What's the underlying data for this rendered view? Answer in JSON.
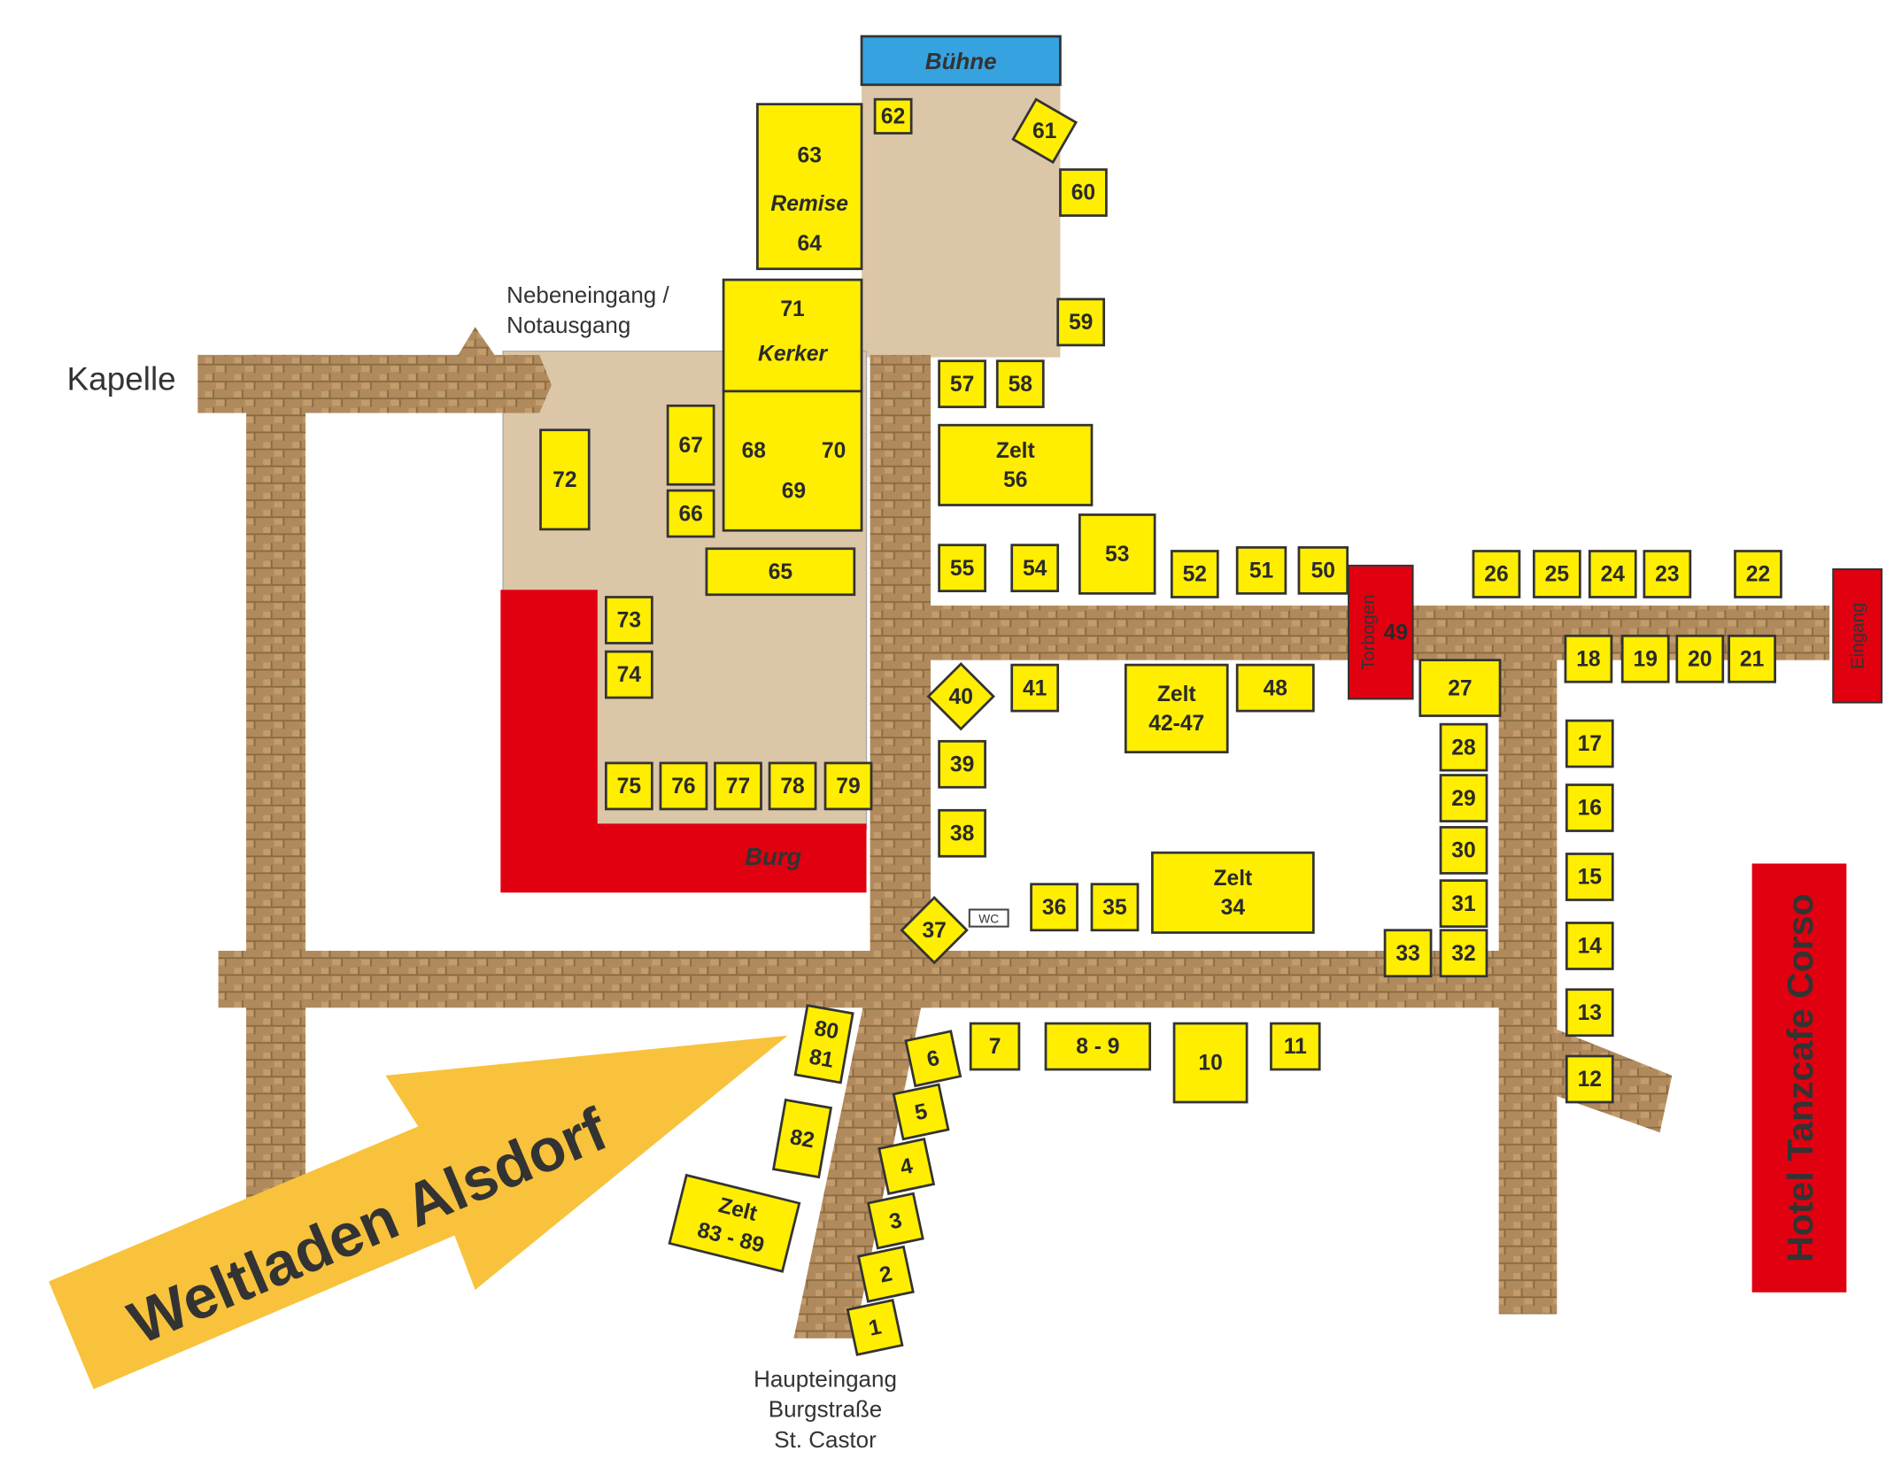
{
  "title": "Lageplan Burg Alsdorf",
  "labels": {
    "stage": "Bühne",
    "chapel": "Kapelle",
    "side_entrance": [
      "Nebeneingang /",
      "Notausgang"
    ],
    "castle": "Burg",
    "gate": "Torbogen",
    "gate_number": "49",
    "entrance": "Eingang",
    "hotel": "Hotel Tanzcafe Corso",
    "wc": "WC",
    "main_entrance": [
      "Haupteingang",
      "Burgstraße",
      "St. Castor"
    ],
    "highlight_arrow": "Weltladen Alsdorf"
  },
  "colors": {
    "stall": "#ffee00",
    "path": "#b08a5c",
    "courtyard": "#dcc6a8",
    "castle": "#e00010",
    "stage": "#36a2e0",
    "arrow": "#f8c23c"
  },
  "stalls": [
    {
      "id": "62",
      "lines": [
        "62"
      ]
    },
    {
      "id": "61",
      "lines": [
        "61"
      ]
    },
    {
      "id": "60",
      "lines": [
        "60"
      ]
    },
    {
      "id": "59",
      "lines": [
        "59"
      ]
    },
    {
      "id": "63-64",
      "lines": [
        "63",
        "Remise",
        "64"
      ]
    },
    {
      "id": "71",
      "lines": [
        "71",
        "Kerker"
      ]
    },
    {
      "id": "68-70",
      "lines": [
        "68",
        "70",
        "69"
      ]
    },
    {
      "id": "67",
      "lines": [
        "67"
      ]
    },
    {
      "id": "66",
      "lines": [
        "66"
      ]
    },
    {
      "id": "72",
      "lines": [
        "72"
      ]
    },
    {
      "id": "65",
      "lines": [
        "65"
      ]
    },
    {
      "id": "73",
      "lines": [
        "73"
      ]
    },
    {
      "id": "74",
      "lines": [
        "74"
      ]
    },
    {
      "id": "75",
      "lines": [
        "75"
      ]
    },
    {
      "id": "76",
      "lines": [
        "76"
      ]
    },
    {
      "id": "77",
      "lines": [
        "77"
      ]
    },
    {
      "id": "78",
      "lines": [
        "78"
      ]
    },
    {
      "id": "79",
      "lines": [
        "79"
      ]
    },
    {
      "id": "57",
      "lines": [
        "57"
      ]
    },
    {
      "id": "58",
      "lines": [
        "58"
      ]
    },
    {
      "id": "56",
      "lines": [
        "Zelt",
        "56"
      ]
    },
    {
      "id": "55",
      "lines": [
        "55"
      ]
    },
    {
      "id": "54",
      "lines": [
        "54"
      ]
    },
    {
      "id": "53",
      "lines": [
        "53"
      ]
    },
    {
      "id": "52",
      "lines": [
        "52"
      ]
    },
    {
      "id": "51",
      "lines": [
        "51"
      ]
    },
    {
      "id": "50",
      "lines": [
        "50"
      ]
    },
    {
      "id": "26",
      "lines": [
        "26"
      ]
    },
    {
      "id": "25",
      "lines": [
        "25"
      ]
    },
    {
      "id": "24",
      "lines": [
        "24"
      ]
    },
    {
      "id": "23",
      "lines": [
        "23"
      ]
    },
    {
      "id": "22",
      "lines": [
        "22"
      ]
    },
    {
      "id": "18",
      "lines": [
        "18"
      ]
    },
    {
      "id": "19",
      "lines": [
        "19"
      ]
    },
    {
      "id": "20",
      "lines": [
        "20"
      ]
    },
    {
      "id": "21",
      "lines": [
        "21"
      ]
    },
    {
      "id": "27",
      "lines": [
        "27"
      ]
    },
    {
      "id": "28",
      "lines": [
        "28"
      ]
    },
    {
      "id": "29",
      "lines": [
        "29"
      ]
    },
    {
      "id": "30",
      "lines": [
        "30"
      ]
    },
    {
      "id": "31",
      "lines": [
        "31"
      ]
    },
    {
      "id": "32",
      "lines": [
        "32"
      ]
    },
    {
      "id": "33",
      "lines": [
        "33"
      ]
    },
    {
      "id": "17",
      "lines": [
        "17"
      ]
    },
    {
      "id": "16",
      "lines": [
        "16"
      ]
    },
    {
      "id": "15",
      "lines": [
        "15"
      ]
    },
    {
      "id": "14",
      "lines": [
        "14"
      ]
    },
    {
      "id": "13",
      "lines": [
        "13"
      ]
    },
    {
      "id": "12",
      "lines": [
        "12"
      ]
    },
    {
      "id": "40",
      "lines": [
        "40"
      ]
    },
    {
      "id": "41",
      "lines": [
        "41"
      ]
    },
    {
      "id": "42-47",
      "lines": [
        "Zelt",
        "42-47"
      ]
    },
    {
      "id": "48",
      "lines": [
        "48"
      ]
    },
    {
      "id": "39",
      "lines": [
        "39"
      ]
    },
    {
      "id": "38",
      "lines": [
        "38"
      ]
    },
    {
      "id": "37",
      "lines": [
        "37"
      ]
    },
    {
      "id": "36",
      "lines": [
        "36"
      ]
    },
    {
      "id": "35",
      "lines": [
        "35"
      ]
    },
    {
      "id": "34",
      "lines": [
        "Zelt",
        "34"
      ]
    },
    {
      "id": "7",
      "lines": [
        "7"
      ]
    },
    {
      "id": "8-9",
      "lines": [
        "8 - 9"
      ]
    },
    {
      "id": "10",
      "lines": [
        "10"
      ]
    },
    {
      "id": "11",
      "lines": [
        "11"
      ]
    },
    {
      "id": "6",
      "lines": [
        "6"
      ]
    },
    {
      "id": "5",
      "lines": [
        "5"
      ]
    },
    {
      "id": "4",
      "lines": [
        "4"
      ]
    },
    {
      "id": "3",
      "lines": [
        "3"
      ]
    },
    {
      "id": "2",
      "lines": [
        "2"
      ]
    },
    {
      "id": "1",
      "lines": [
        "1"
      ]
    },
    {
      "id": "80-81",
      "lines": [
        "80",
        "81"
      ]
    },
    {
      "id": "82",
      "lines": [
        "82"
      ]
    },
    {
      "id": "83-89",
      "lines": [
        "Zelt",
        "83 - 89"
      ]
    }
  ]
}
